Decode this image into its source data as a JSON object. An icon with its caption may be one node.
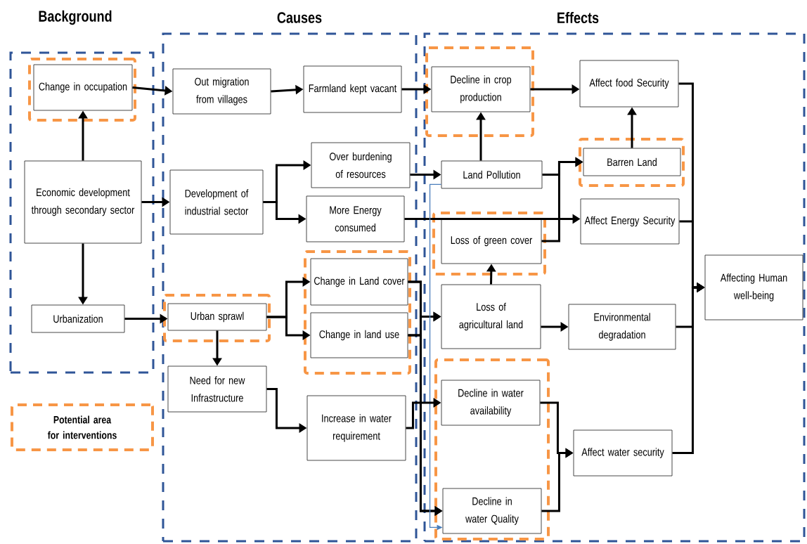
{
  "diagram": {
    "nodes": [
      {
        "text": [
          "Background"
        ]
      },
      {
        "text": [],
        "shape": "box",
        "in": 0
      },
      {
        "text": [
          "Change in occupation"
        ],
        "in": 1
      },
      {
        "text": [
          "Economic development through secondary sector"
        ],
        "in": 0
      },
      {
        "text": [
          "Urbanization"
        ],
        "in": 0
      },
      {
        "text": [
          "Causes"
        ]
      },
      {
        "text": [
          "Out migration from villages"
        ],
        "in": 5
      },
      {
        "text": [
          "Farmland kept vacant"
        ],
        "in": 5
      },
      {
        "text": [
          "Over burdening of resources"
        ],
        "in": 5
      },
      {
        "text": [
          "Development of industrial sector"
        ],
        "in": 5
      },
      {
        "text": [
          "More Energy consumed"
        ],
        "in": 5
      },
      {
        "text": [],
        "shape": "box",
        "in": 5
      },
      {
        "text": [
          "Change in Land cover"
        ],
        "in": 11
      },
      {
        "text": [
          "Change in land use"
        ],
        "in": 11
      },
      {
        "text": [],
        "shape": "box",
        "in": 5
      },
      {
        "text": [
          "Urban sprawl"
        ],
        "in": 14
      },
      {
        "text": [
          "Need for new Infrastructure"
        ],
        "in": 5
      },
      {
        "text": [
          "Increase in water requirement"
        ],
        "in": 5
      },
      {
        "text": [
          "Effects"
        ]
      },
      {
        "text": [],
        "shape": "box",
        "in": 18
      },
      {
        "text": [
          "Decline in crop production"
        ],
        "in": 19
      },
      {
        "text": [
          "Affect food Security"
        ],
        "in": 18
      },
      {
        "text": [
          "Land Pollution"
        ],
        "in": 18
      },
      {
        "text": [],
        "shape": "box",
        "in": 18
      },
      {
        "text": [
          "Barren Land"
        ],
        "in": 23
      },
      {
        "text": [
          "Affect Energy Security"
        ],
        "in": 18
      },
      {
        "text": [],
        "shape": "box",
        "in": 18
      },
      {
        "text": [
          "Loss of green cover"
        ],
        "in": 26
      },
      {
        "text": [
          "Loss of agricultural land"
        ],
        "in": 18
      },
      {
        "text": [
          "Environmental degradation"
        ],
        "in": 18
      },
      {
        "text": [
          "Affecting Human well-being"
        ],
        "in": 18
      },
      {
        "text": [],
        "shape": "box",
        "in": 18
      },
      {
        "text": [
          "Decline in water availability"
        ],
        "in": 31
      },
      {
        "text": [
          "Decline in water Quality"
        ],
        "in": 31
      },
      {
        "text": [
          "Affect water security"
        ],
        "in": 18
      }
    ],
    "edges": [
      {
        "from": 2,
        "to": 6,
        "arrow": "to"
      },
      {
        "from": 3,
        "to": 2,
        "arrow": "to"
      },
      {
        "from": 3,
        "to": 9,
        "arrow": "to"
      },
      {
        "from": 3,
        "to": 4,
        "arrow": "to"
      },
      {
        "from": 4,
        "to": 15,
        "arrow": "to"
      },
      {
        "from": 6,
        "to": 7,
        "arrow": "to"
      },
      {
        "from": 7,
        "to": 20,
        "arrow": "to"
      },
      {
        "from": 9,
        "to": 8,
        "arrow": "to"
      },
      {
        "from": 9,
        "to": 10,
        "arrow": "to"
      },
      {
        "from": 15,
        "to": 12,
        "arrow": "to"
      },
      {
        "from": 15,
        "to": 13,
        "arrow": "to"
      },
      {
        "from": 15,
        "to": 16,
        "arrow": "to"
      },
      {
        "from": 16,
        "to": 17,
        "arrow": "to"
      },
      {
        "from": 8,
        "to": 22,
        "arrow": "to"
      },
      {
        "from": 10,
        "to": 25,
        "arrow": "to"
      },
      {
        "from": 22,
        "to": 20,
        "arrow": "to"
      },
      {
        "from": 22,
        "to": 24,
        "arrow": "to"
      },
      {
        "from": 27,
        "to": 24,
        "arrow": "to"
      },
      {
        "from": 28,
        "to": 27,
        "arrow": "to"
      },
      {
        "from": 12,
        "to": 28,
        "arrow": "to"
      },
      {
        "from": 13,
        "to": 28,
        "arrow": "to"
      },
      {
        "from": 12,
        "to": 33,
        "arrow": "to"
      },
      {
        "from": 13,
        "to": 33,
        "arrow": "to"
      },
      {
        "from": 22,
        "to": 33,
        "arrow": "to",
        "color": "#4a7ebb"
      },
      {
        "from": 17,
        "to": 32,
        "arrow": "to"
      },
      {
        "from": 28,
        "to": 29,
        "arrow": "to"
      },
      {
        "from": 20,
        "to": 21,
        "arrow": "to"
      },
      {
        "from": 24,
        "to": 21,
        "arrow": "to"
      },
      {
        "from": 32,
        "to": 34,
        "arrow": "to"
      },
      {
        "from": 33,
        "to": 34,
        "arrow": "to"
      },
      {
        "from": 21,
        "to": 30,
        "arrow": "to"
      },
      {
        "from": 25,
        "to": 30,
        "arrow": "to"
      },
      {
        "from": 29,
        "to": 30,
        "arrow": "to"
      },
      {
        "from": 34,
        "to": 30,
        "arrow": "to"
      }
    ],
    "legend": [
      {
        "text": "Potential area for interventions"
      }
    ]
  }
}
